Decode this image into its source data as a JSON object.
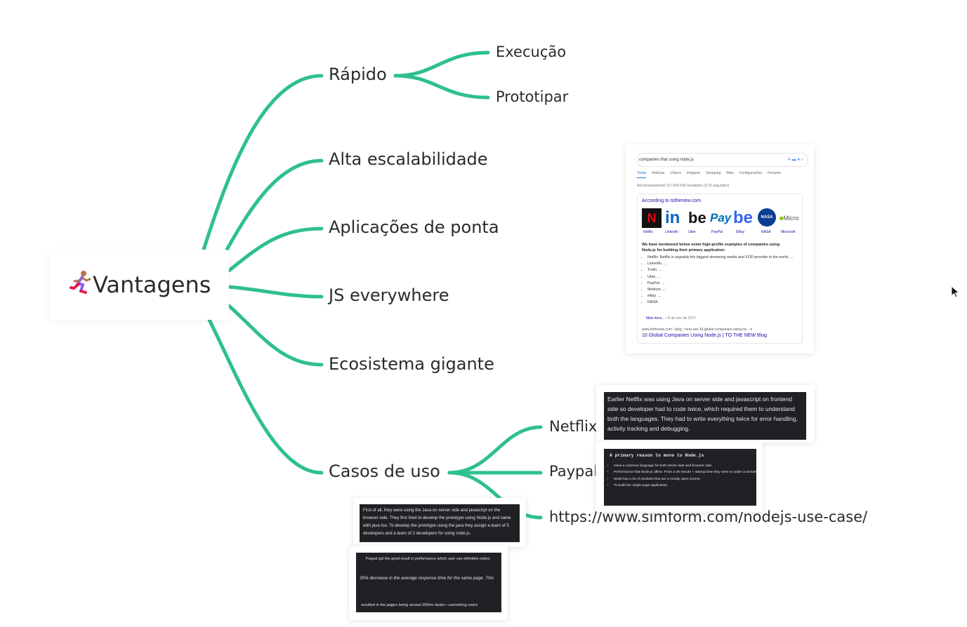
{
  "mindmap": {
    "root": {
      "label": "Vantagens",
      "icon": "running-person-icon"
    },
    "branch_color": "#2ec08e",
    "branches": [
      {
        "label": "Rápido",
        "children": [
          "Execução",
          "Prototipar"
        ]
      },
      {
        "label": "Alta escalabilidade",
        "children": []
      },
      {
        "label": "Aplicações de ponta",
        "children": []
      },
      {
        "label": "JS everywhere",
        "children": []
      },
      {
        "label": "Ecosistema gigante",
        "children": []
      },
      {
        "label": "Casos de uso",
        "children": [
          "Netflix",
          "Paypal",
          "https://www.simform.com/nodejs-use-case/"
        ]
      }
    ]
  },
  "google_card": {
    "query": "companies that using node.js",
    "tabs": [
      "Todas",
      "Notícias",
      "Vídeos",
      "Imagens",
      "Shopping",
      "Mais",
      "Configurações",
      "Ferrame"
    ],
    "result_count": "Aproximadamente 117.000.000 resultados (0,76 segundos)",
    "according_to": "According to tothenew.com",
    "logos": [
      {
        "name": "Netflix",
        "mark": "N",
        "color": "#e50914"
      },
      {
        "name": "LinkedIn",
        "mark": "in",
        "color": "#0a66c2"
      },
      {
        "name": "Uber",
        "mark": "be",
        "color": "#111111"
      },
      {
        "name": "PayPal",
        "mark": "Pay",
        "color": "#0070ba"
      },
      {
        "name": "EBay",
        "mark": "be",
        "color": "#3665f3"
      },
      {
        "name": "NASA",
        "mark": "NASA",
        "color": "#0b3d91"
      },
      {
        "name": "Microsoft",
        "mark": "Micro",
        "color": "#555555"
      }
    ],
    "bold_text": "We have mentioned below some high-profile examples of companies using Node.js for building their primary application:",
    "list": [
      "Netflix. Netflix is arguably the biggest streaming media and VOD provider in the world. ...",
      "LinkedIn. ...",
      "Trello. ...",
      "Uber. ...",
      "PayPal. ...",
      "Medium. ...",
      "eBay. ...",
      "NASA."
    ],
    "more": "Mais itens...",
    "more_date": "• 8 de nov. de 2017",
    "url": "www.tothenew.com › blog › here-are-10-global-companies-using-no... ▾",
    "link": "10 Global Companies Using Node.js | TO THE NEW Blog"
  },
  "netflix_note": "Earlier Netflix was using Java on server side and javascript on frontend side so developer had to code twice, which required them to understand both the languages. They had to write everything twice for error handling, activity tracking and debugging.",
  "reason_note": {
    "title": "A primary reason to move to Node.js",
    "items": [
      "Have a common language for both server-side and browser side.",
      "Performance that Node.js offers. From a 40 minute + startup time they went to under a minute.",
      "Node has a lot of modules that are a mostly open source.",
      "To build the single page application."
    ]
  },
  "paypal_note": "First of all, they were using the Java on server side and javascript on the browser side. They first tried to develop the prototype using Node.js and same with java too. To develop the prototype using the java they assign a team of 5 developers and a team of 2 developers for using node.js.",
  "paypal_result": {
    "line1": "Paypal got the good result in performance which user can definitely notice.",
    "line2": "35% decrease in the average response time for the same page. This",
    "line3": "resulted in the pages being served 200ms faster—something users"
  }
}
